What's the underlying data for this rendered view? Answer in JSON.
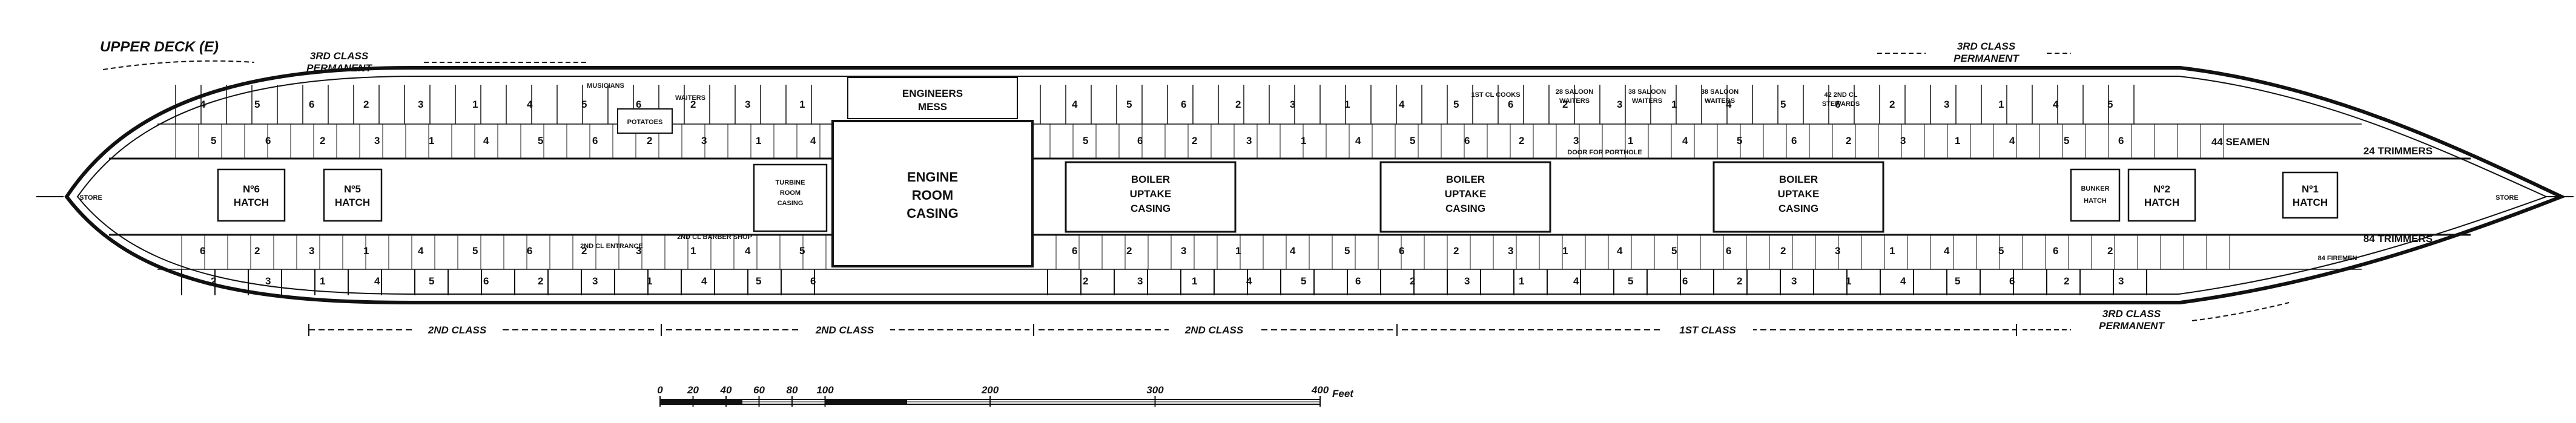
{
  "title": "UPPER DECK (E)",
  "class_labels": {
    "fwd_top": "3RD CLASS",
    "fwd_top_2": "PERMANENT",
    "aft_top": "3RD CLASS",
    "aft_top_2": "PERMANENT",
    "aft_bottom": "3RD CLASS",
    "aft_bottom_2": "PERMANENT",
    "b_second_1": "2ND CLASS",
    "b_second_2": "2ND CLASS",
    "b_second_3": "2ND CLASS",
    "b_first": "1ST CLASS"
  },
  "rooms": {
    "store_fwd": "STORE",
    "store_aft": "STORE",
    "hatch1": "Nº1",
    "hatch1b": "HATCH",
    "hatch2": "Nº2",
    "hatch2b": "HATCH",
    "hatch5": "Nº5",
    "hatch5b": "HATCH",
    "hatch6": "Nº6",
    "hatch6b": "HATCH",
    "bunker": "BUNKER",
    "bunkerb": "HATCH",
    "seamen": "44 SEAMEN",
    "trimmers24": "24 TRIMMERS",
    "trimmers84": "84 TRIMMERS",
    "firemen": "84 FIREMEN",
    "engineers": "ENGINEERS",
    "engineers2": "MESS",
    "engine1": "ENGINE",
    "engine2": "ROOM",
    "engine3": "CASING",
    "turbine1": "TURBINE",
    "turbine2": "ROOM",
    "turbine3": "CASING",
    "boiler_a": "BOILER",
    "boiler_b": "UPTAKE",
    "boiler_c": "CASING",
    "potatoes": "POTATOES",
    "musicians": "MUSICIANS",
    "waiters": "WAITERS",
    "saloon1": "28 SALOON",
    "saloon1b": "WAITERS",
    "saloon2": "38 SALOON",
    "saloon2b": "WAITERS",
    "saloon3": "38 SALOON",
    "saloon3b": "WAITERS",
    "stewards": "42 2ND CL",
    "stewards2": "STEWARDS",
    "cooks": "1ST CL COOKS",
    "entrance": "2ND CL ENTRANCE",
    "barber": "2ND CL BARBER SHOP",
    "door": "DOOR FOR PORTHOLE"
  },
  "scale": {
    "unit": "Feet",
    "ticks": [
      "0",
      "20",
      "40",
      "60",
      "80",
      "100",
      "200",
      "300",
      "400"
    ]
  },
  "cabin_numbers": [
    "4",
    "5",
    "6",
    "2",
    "3",
    "1"
  ]
}
